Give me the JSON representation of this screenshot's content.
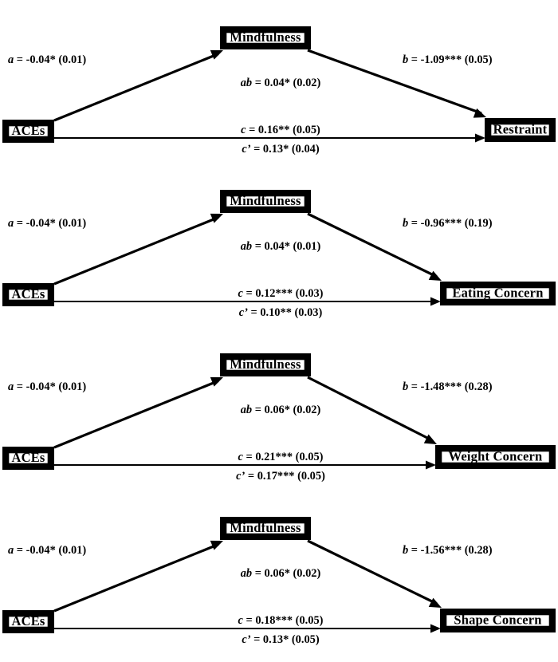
{
  "figure": {
    "type": "mediation-path-diagram",
    "predictor_label": "ACEs",
    "mediator_label": "Mindfulness",
    "panel_count": 4
  },
  "labels": {
    "a_symbol": "a",
    "b_symbol": "b",
    "ab_symbol": "ab",
    "c_symbol": "c",
    "c_prime_symbol": "c’",
    "equals": " = "
  },
  "colors": {
    "ink": "#000000",
    "paper": "#ffffff"
  },
  "panels": [
    {
      "id": "restraint",
      "predictor": "ACEs",
      "mediator": "Mindfulness",
      "outcome": "Restraint",
      "a_text": "= -0.04* (0.01)",
      "b_text": "= -1.09*** (0.05)",
      "ab_text": "= 0.04* (0.02)",
      "c_text": "= 0.16** (0.05)",
      "c_prime_text": "= 0.13* (0.04)",
      "outcome_box_width": 89
    },
    {
      "id": "eating-concern",
      "predictor": "ACEs",
      "mediator": "Mindfulness",
      "outcome": "Eating Concern",
      "a_text": "= -0.04* (0.01)",
      "b_text": "= -0.96*** (0.19)",
      "ab_text": "= 0.04* (0.01)",
      "c_text": "= 0.12*** (0.03)",
      "c_prime_text": "= 0.10** (0.03)",
      "outcome_box_width": 145
    },
    {
      "id": "weight-concern",
      "predictor": "ACEs",
      "mediator": "Mindfulness",
      "outcome": "Weight Concern",
      "a_text": "= -0.04* (0.01)",
      "b_text": "= -1.48*** (0.28)",
      "ab_text": "= 0.06* (0.02)",
      "c_text": "= 0.21*** (0.05)",
      "c_prime_text": "= 0.17*** (0.05)",
      "outcome_box_width": 151
    },
    {
      "id": "shape-concern",
      "predictor": "ACEs",
      "mediator": "Mindfulness",
      "outcome": "Shape Concern",
      "a_text": "= -0.04* (0.01)",
      "b_text": "= -1.56*** (0.28)",
      "ab_text": "= 0.06* (0.02)",
      "c_text": "= 0.18*** (0.05)",
      "c_prime_text": "= 0.13* (0.05)",
      "outcome_box_width": 145
    }
  ]
}
